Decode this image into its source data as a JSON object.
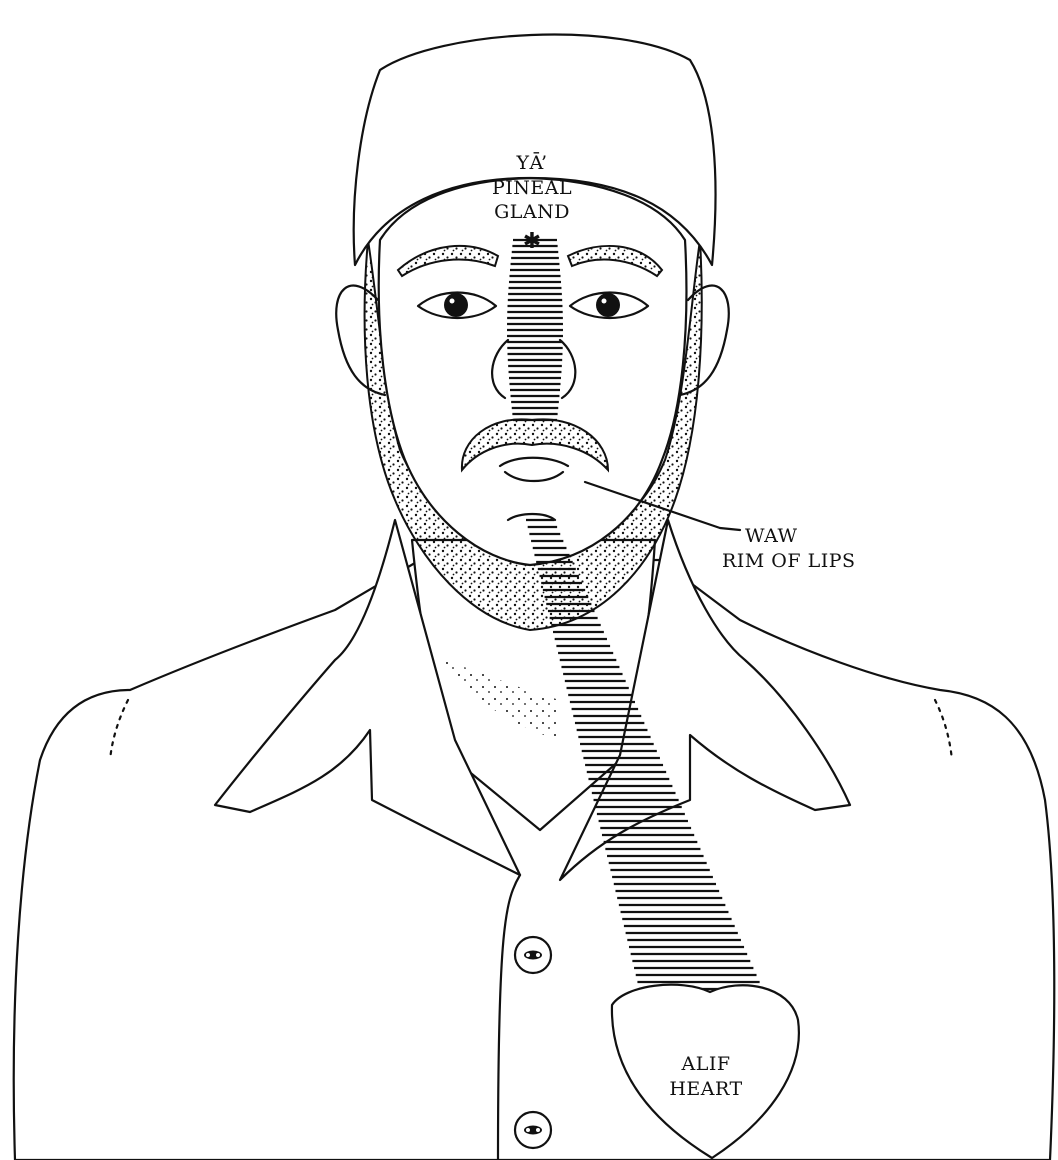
{
  "labels": {
    "ya_letter": "YĀ’",
    "ya_meaning_1": "PINEAL",
    "ya_meaning_2": "GLAND",
    "waw_letter": "WAW",
    "waw_meaning": "RIM OF LIPS",
    "alif_letter": "ALIF",
    "alif_meaning": "HEART"
  },
  "colors": {
    "ink": "#111111",
    "paper": "#ffffff"
  }
}
